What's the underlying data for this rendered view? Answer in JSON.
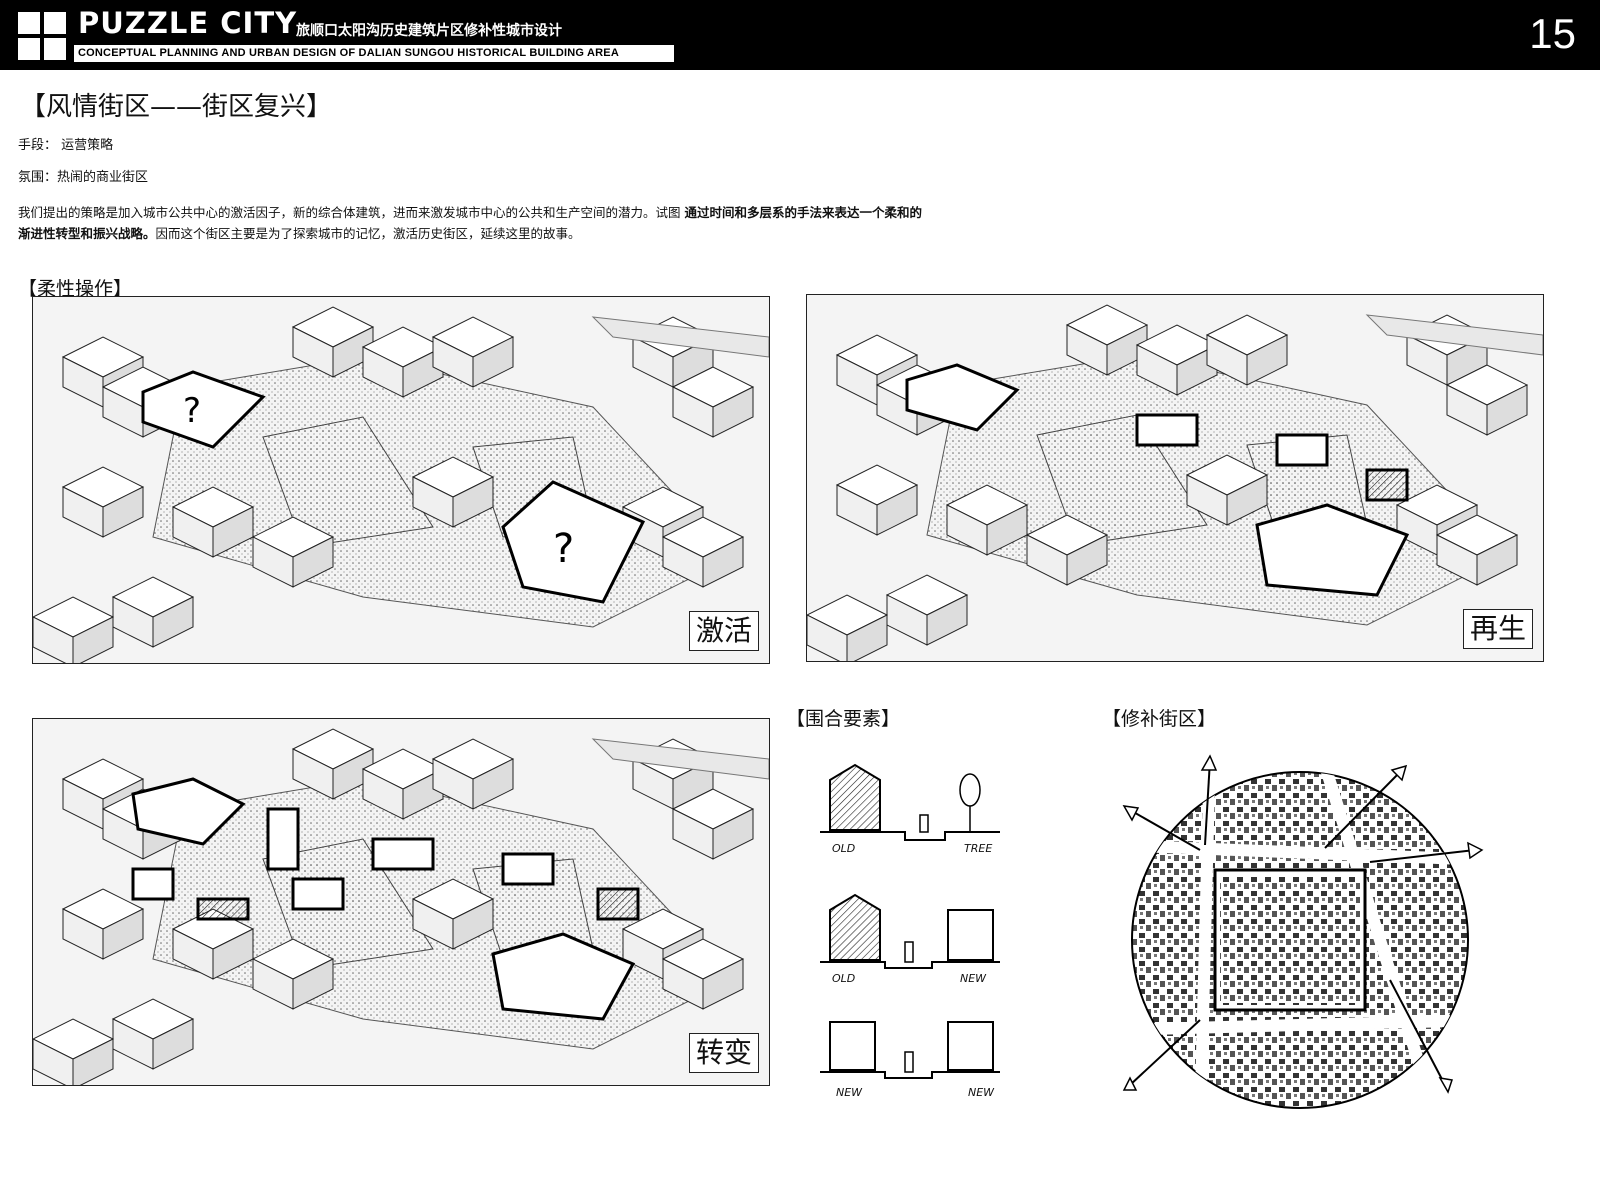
{
  "header": {
    "brand": "PUZZLE CITY",
    "cn_title": "旅顺口太阳沟历史建筑片区修补性城市设计",
    "en_title": "CONCEPTUAL PLANNING AND URBAN DESIGN OF DALIAN SUNGOU HISTORICAL BUILDING AREA",
    "page_number": "15"
  },
  "section": {
    "title": "【风情街区——街区复兴】",
    "means": "手段： 运营策略",
    "atmosphere": "氛围：热闹的商业街区",
    "para_part1": "我们提出的策略是加入城市公共中心的激活因子，新的综合体建筑，进而来激发城市中心的公共和生产空间的潜力。试图 ",
    "para_bold1": "通过时间和多层系的手法来表达一个柔和的",
    "para_bold2": "渐进性转型和振兴战略。",
    "para_part2": "因而这个街区主要是为了探索城市的记忆，激活历史街区，延续这里的故事。"
  },
  "soft_ops": {
    "title": "【柔性操作】",
    "panels": [
      {
        "label": "激活"
      },
      {
        "label": "再生"
      },
      {
        "label": "转变"
      }
    ]
  },
  "enclosure": {
    "title": "【围合要素】",
    "labels": [
      "OLD",
      "TREE",
      "OLD",
      "NEW",
      "NEW",
      "NEW"
    ]
  },
  "repair": {
    "title": "【修补街区】"
  }
}
